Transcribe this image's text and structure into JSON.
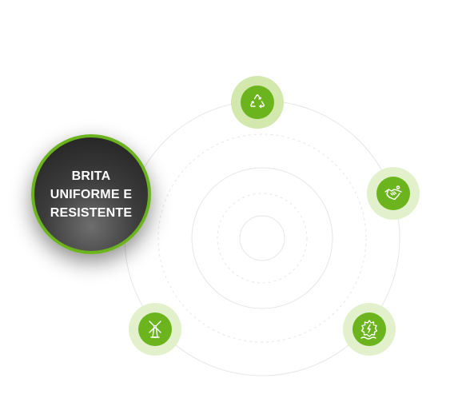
{
  "feature": {
    "label": "BRITA UNIFORME E RESISTENTE",
    "active_ring_color": "#6bb41e"
  },
  "colors": {
    "accent_green": "#6bb41e",
    "halo_light": "#e3f0cc",
    "halo_strong": "#d2e8ad",
    "orbit_line": "#e6e6e6"
  },
  "nodes": [
    {
      "id": "recycle",
      "icon": "recycle-icon",
      "state": "highlighted"
    },
    {
      "id": "handshake",
      "icon": "handshake-icon",
      "state": "normal"
    },
    {
      "id": "windmill",
      "icon": "wind-turbine-icon",
      "state": "normal"
    },
    {
      "id": "energy",
      "icon": "energy-bolt-icon",
      "state": "normal"
    }
  ]
}
